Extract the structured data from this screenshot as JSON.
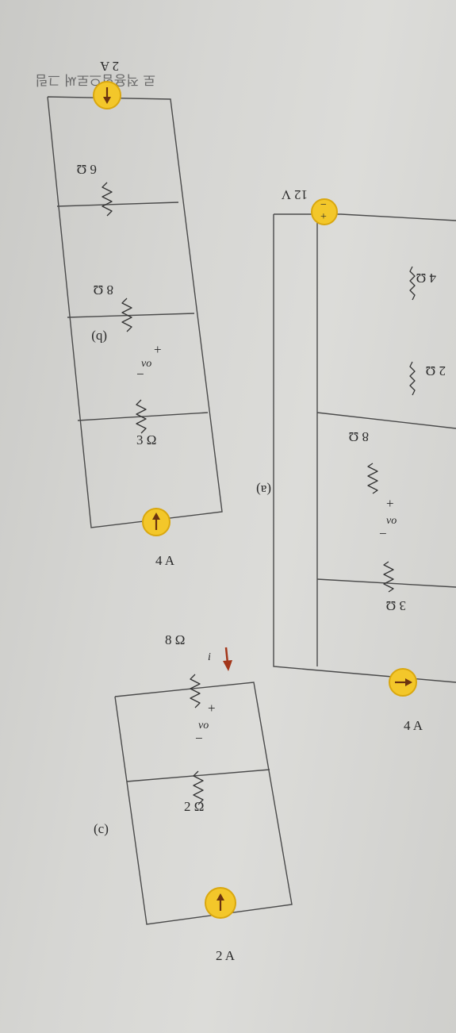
{
  "header_text": "로 적용함으로써 그림",
  "circuit_a": {
    "caption": "(a)",
    "source_voltage": "12 V",
    "source_plus": "+",
    "source_minus": "−",
    "r1": "4 Ω",
    "r2": "2 Ω",
    "r3": "8 Ω",
    "r4": "3 Ω",
    "vo": "vo",
    "plus": "+",
    "minus": "−",
    "current_source": "4 A"
  },
  "circuit_b": {
    "caption": "(b)",
    "source_left": "2 A",
    "r1": "6 Ω",
    "r2": "8 Ω",
    "r3": "3 Ω",
    "vo": "vo",
    "plus": "+",
    "minus": "−",
    "source_right": "4 A"
  },
  "circuit_c": {
    "caption": "(c)",
    "current_label": "i",
    "r1": "8 Ω",
    "r2": "2 Ω",
    "vo": "vo",
    "plus": "+",
    "minus": "−",
    "current_source": "2 A"
  },
  "colors": {
    "source_fill": "#f3c72a",
    "arrow": "#6b3310",
    "paper": "#d6d6d3"
  }
}
